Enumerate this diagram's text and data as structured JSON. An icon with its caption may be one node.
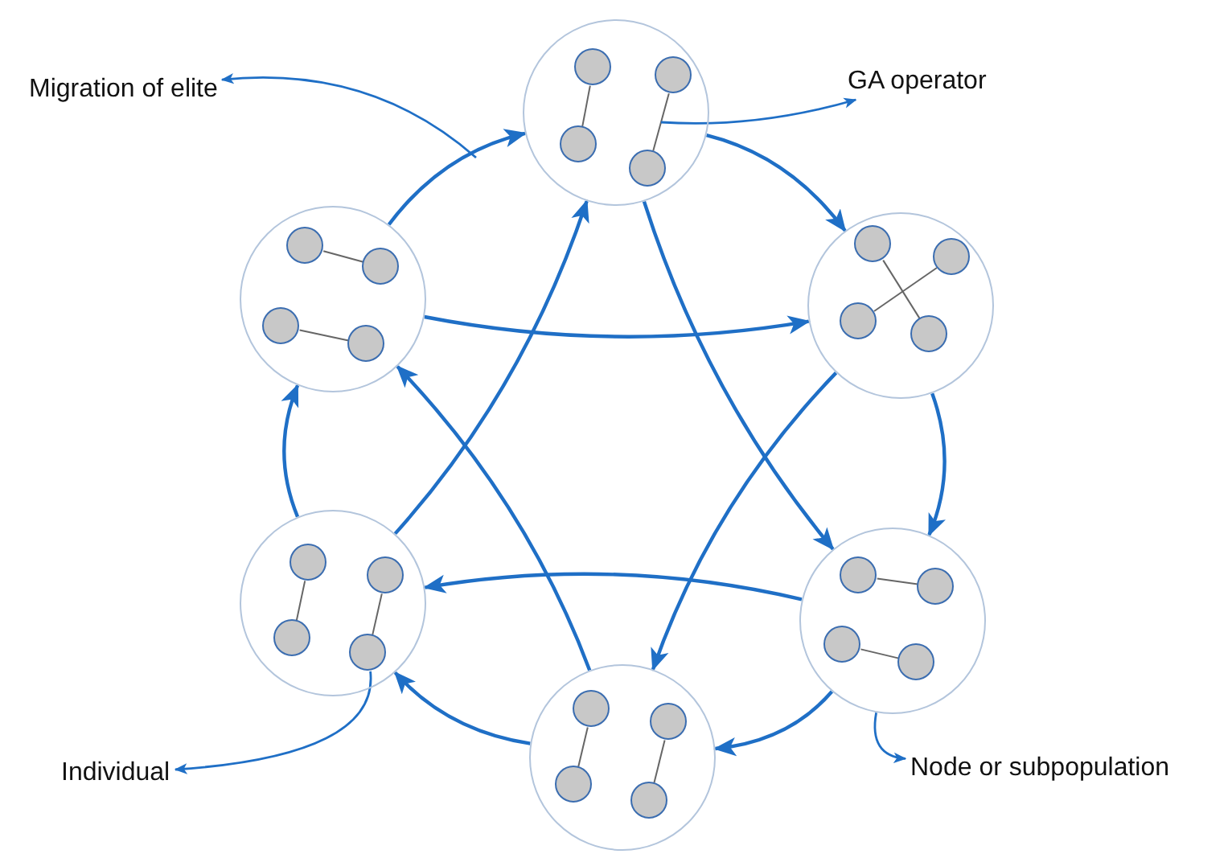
{
  "diagram": {
    "nodes": [
      {
        "text": [],
        "shape": "circle"
      },
      {
        "text": [],
        "shape": "circle",
        "in": 0
      },
      {
        "text": [],
        "shape": "circle",
        "in": 0
      },
      {
        "text": [],
        "shape": "circle",
        "in": 0
      },
      {
        "text": [],
        "shape": "circle",
        "in": 0
      },
      {
        "text": [],
        "shape": "circle"
      },
      {
        "text": [],
        "shape": "circle",
        "in": 5
      },
      {
        "text": [],
        "shape": "circle",
        "in": 5
      },
      {
        "text": [],
        "shape": "circle",
        "in": 5
      },
      {
        "text": [],
        "shape": "circle",
        "in": 5
      },
      {
        "text": [],
        "shape": "circle"
      },
      {
        "text": [],
        "shape": "circle",
        "in": 10
      },
      {
        "text": [],
        "shape": "circle",
        "in": 10
      },
      {
        "text": [],
        "shape": "circle",
        "in": 10
      },
      {
        "text": [],
        "shape": "circle",
        "in": 10
      },
      {
        "text": [],
        "shape": "circle"
      },
      {
        "text": [],
        "shape": "circle",
        "in": 15
      },
      {
        "text": [],
        "shape": "circle",
        "in": 15
      },
      {
        "text": [],
        "shape": "circle",
        "in": 15
      },
      {
        "text": [],
        "shape": "circle",
        "in": 15
      },
      {
        "text": [],
        "shape": "circle"
      },
      {
        "text": [],
        "shape": "circle",
        "in": 20
      },
      {
        "text": [],
        "shape": "circle",
        "in": 20
      },
      {
        "text": [],
        "shape": "circle",
        "in": 20
      },
      {
        "text": [],
        "shape": "circle",
        "in": 20
      },
      {
        "text": [],
        "shape": "circle"
      },
      {
        "text": [],
        "shape": "circle",
        "in": 25
      },
      {
        "text": [],
        "shape": "circle",
        "in": 25
      },
      {
        "text": [],
        "shape": "circle",
        "in": 25
      },
      {
        "text": [],
        "shape": "circle",
        "in": 25
      },
      {
        "text": [
          "Migration of elite"
        ]
      },
      {
        "text": [
          "GA operator"
        ]
      },
      {
        "text": [
          "Individual"
        ]
      },
      {
        "text": [
          "Node or subpopulation"
        ]
      }
    ],
    "edges": [
      {
        "from": 5,
        "to": 0,
        "arrow": "to"
      },
      {
        "from": 0,
        "to": 10,
        "arrow": "to"
      },
      {
        "from": 10,
        "to": 20,
        "arrow": "to"
      },
      {
        "from": 20,
        "to": 25,
        "arrow": "to"
      },
      {
        "from": 25,
        "to": 15,
        "arrow": "to"
      },
      {
        "from": 15,
        "to": 5,
        "arrow": "to"
      },
      {
        "from": 5,
        "to": 10,
        "arrow": "to"
      },
      {
        "from": 15,
        "to": 0,
        "arrow": "to"
      },
      {
        "from": 25,
        "to": 5,
        "arrow": "to"
      },
      {
        "from": 0,
        "to": 20,
        "arrow": "to"
      },
      {
        "from": 10,
        "to": 25,
        "arrow": "to"
      },
      {
        "from": 20,
        "to": 15,
        "arrow": "to"
      },
      {
        "from": 1,
        "to": 3,
        "arrow": "none",
        "color": "#666666"
      },
      {
        "from": 2,
        "to": 4,
        "arrow": "none",
        "color": "#666666"
      },
      {
        "from": 6,
        "to": 7,
        "arrow": "none",
        "color": "#666666"
      },
      {
        "from": 8,
        "to": 9,
        "arrow": "none",
        "color": "#666666"
      },
      {
        "from": 11,
        "to": 14,
        "arrow": "none",
        "color": "#666666"
      },
      {
        "from": 12,
        "to": 13,
        "arrow": "none",
        "color": "#666666"
      },
      {
        "from": 16,
        "to": 18,
        "arrow": "none",
        "color": "#666666"
      },
      {
        "from": 17,
        "to": 19,
        "arrow": "none",
        "color": "#666666"
      },
      {
        "from": 21,
        "to": 22,
        "arrow": "none",
        "color": "#666666"
      },
      {
        "from": 23,
        "to": 24,
        "arrow": "none",
        "color": "#666666"
      },
      {
        "from": 26,
        "to": 28,
        "arrow": "none",
        "color": "#666666"
      },
      {
        "from": 27,
        "to": 29,
        "arrow": "none",
        "color": "#666666"
      },
      {
        "from": null,
        "to": 30,
        "arrow": "to"
      },
      {
        "from": null,
        "to": 31,
        "arrow": "to"
      },
      {
        "from": 19,
        "to": 32,
        "arrow": "to"
      },
      {
        "from": 20,
        "to": 33,
        "arrow": "to"
      }
    ]
  }
}
